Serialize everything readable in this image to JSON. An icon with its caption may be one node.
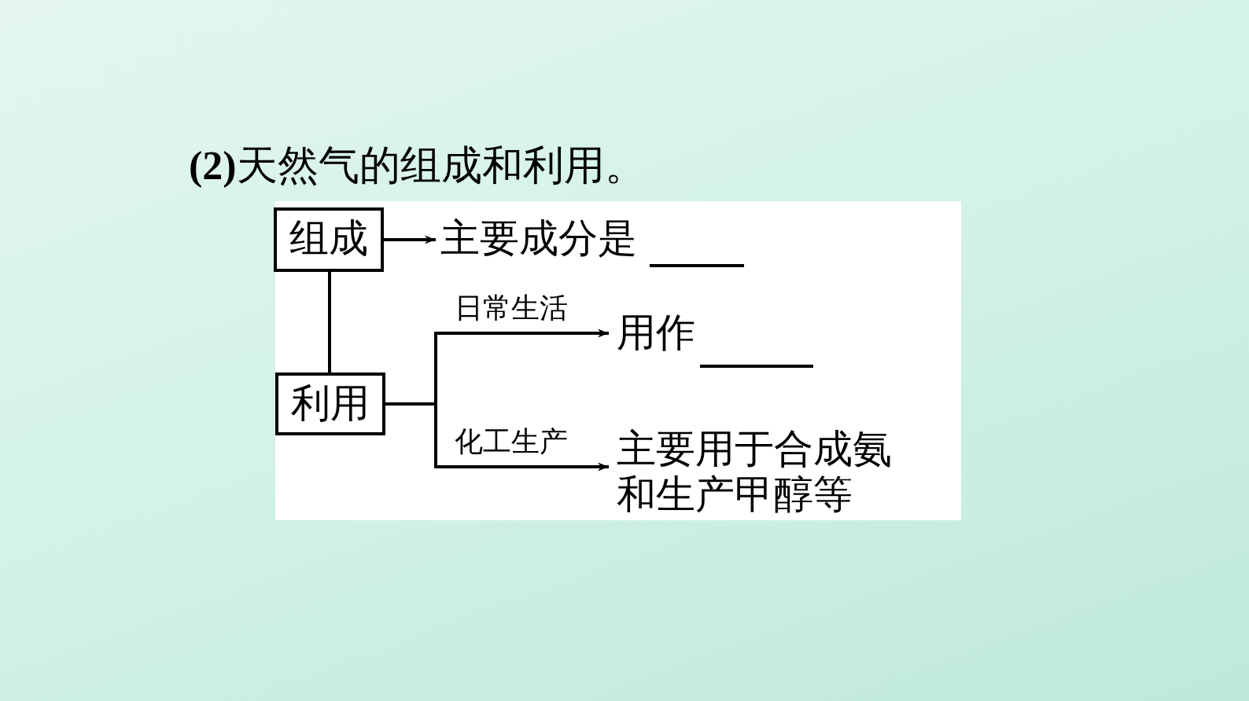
{
  "diagram": {
    "title": "**(2)**天然气的组成和利用。",
    "nodes": [
      {
        "text": [
          "组成"
        ]
      },
      {
        "text": [
          "利用"
        ]
      },
      {
        "text": [
          "主要成分是"
        ]
      },
      {
        "text": [
          "用作"
        ]
      },
      {
        "text": [
          "主要用于合成氨和生产甲醇等"
        ]
      }
    ],
    "edges": [
      {
        "from": 0,
        "to": 2,
        "arrow": "to"
      },
      {
        "from": 0,
        "to": 1,
        "arrow": "none"
      },
      {
        "from": 1,
        "to": 3,
        "arrow": "to",
        "label": "日常生活"
      },
      {
        "from": 1,
        "to": 4,
        "arrow": "to",
        "label": "化工生产"
      }
    ]
  }
}
